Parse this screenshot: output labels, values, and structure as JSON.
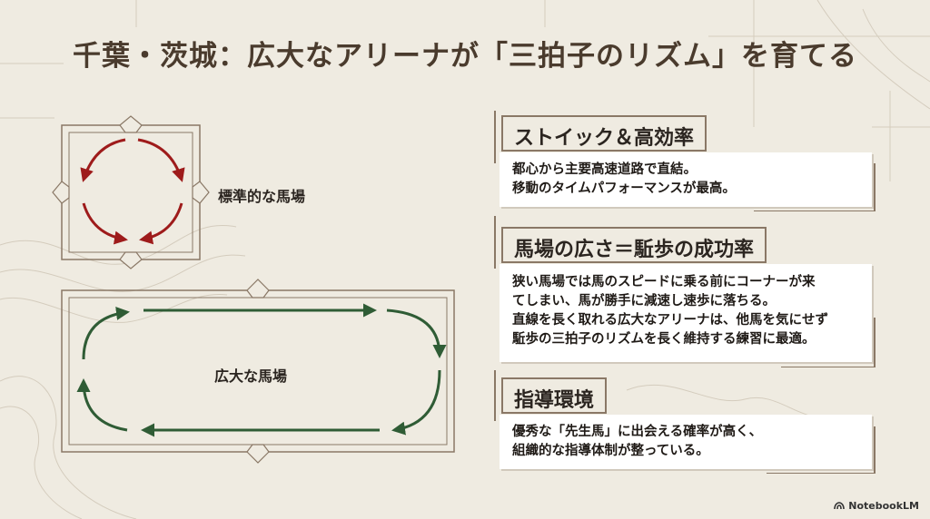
{
  "title": "千葉・茨城：広大なアリーナが「三拍子のリズム」を育てる",
  "diagram": {
    "small_arena_label": "標準的な馬場",
    "large_arena_label": "広大な馬場",
    "small_arrow_color": "#9e1b1b",
    "large_arrow_color": "#2f5c35"
  },
  "sections": [
    {
      "heading": "ストイック＆高効率",
      "lines": [
        "都心から主要高速道路で直結。",
        "移動のタイムパフォーマンスが最高。"
      ]
    },
    {
      "heading": "馬場の広さ＝駈歩の成功率",
      "lines": [
        "狭い馬場では馬のスピードに乗る前にコーナーが来",
        "てしまい、馬が勝手に減速し速歩に落ちる。",
        "直線を長く取れる広大なアリーナは、他馬を気にせず",
        "駈歩の三拍子のリズムを長く維持する練習に最適。"
      ]
    },
    {
      "heading": "指導環境",
      "lines": [
        "優秀な「先生馬」に出会える確率が高く、",
        "組織的な指導体制が整っている。"
      ]
    }
  ],
  "branding": {
    "logo_text": "NotebookLM"
  }
}
